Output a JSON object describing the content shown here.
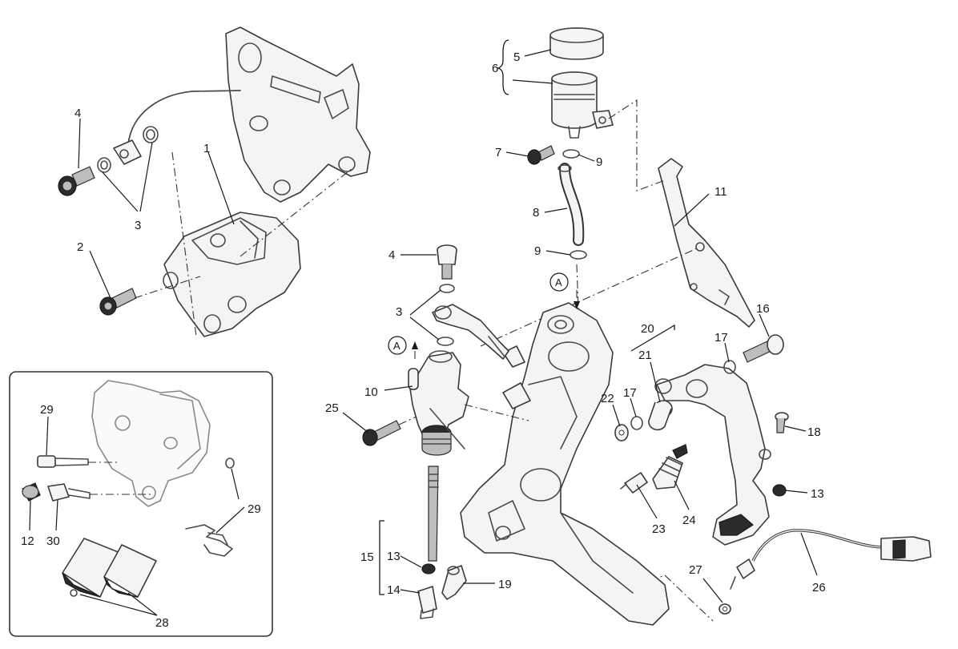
{
  "callouts": {
    "c1": "1",
    "c2": "2",
    "c3a": "3",
    "c3b": "3",
    "c4a": "4",
    "c4b": "4",
    "c5": "5",
    "c6": "6",
    "c7": "7",
    "c8": "8",
    "c9a": "9",
    "c9b": "9",
    "c10": "10",
    "c11": "11",
    "c12": "12",
    "c13a": "13",
    "c13b": "13",
    "c14": "14",
    "c15": "15",
    "c16": "16",
    "c17a": "17",
    "c17b": "17",
    "c18": "18",
    "c19": "19",
    "c20": "20",
    "c21": "21",
    "c22": "22",
    "c23": "23",
    "c24": "24",
    "c25": "25",
    "c26": "26",
    "c27": "27",
    "c28": "28",
    "c29a": "29",
    "c29b": "29",
    "c30": "30"
  },
  "reference_markers": {
    "a_top": "A",
    "a_left": "A"
  },
  "colors": {
    "line": "#4a4a4a",
    "text": "#1a1a1a",
    "inset_border": "#333333",
    "background": "#ffffff"
  }
}
